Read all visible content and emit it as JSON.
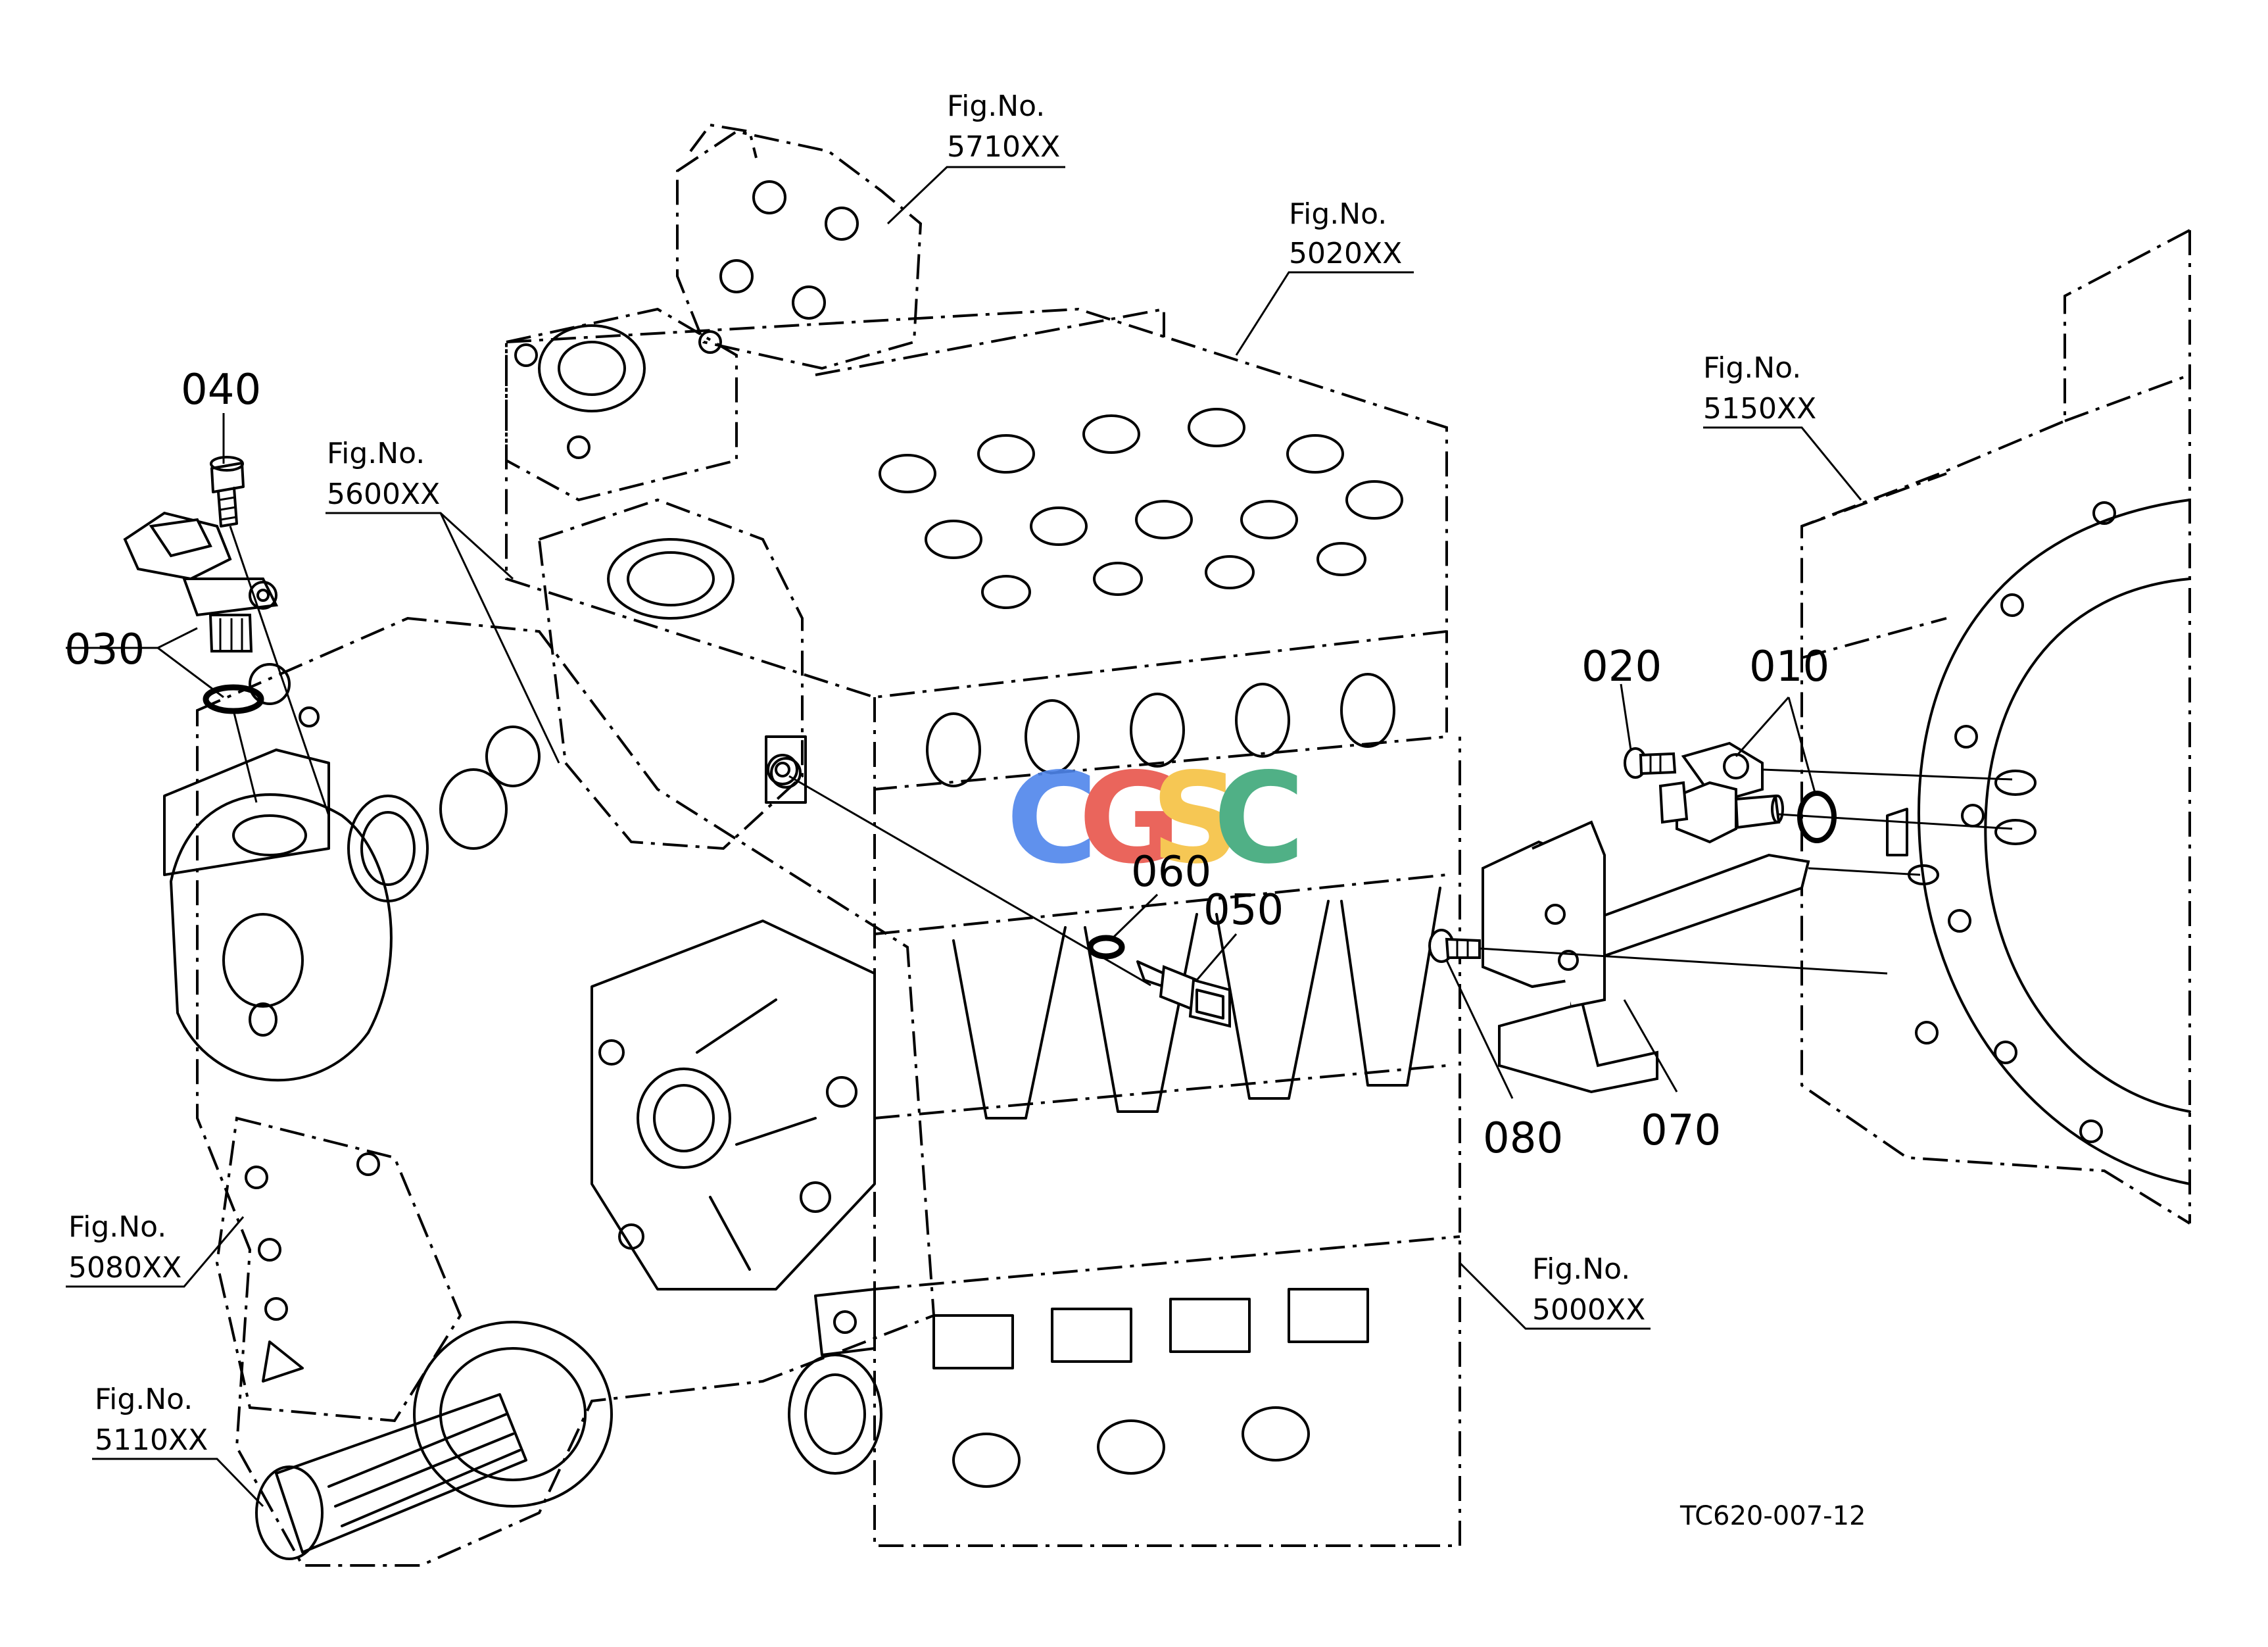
{
  "parts": {
    "p010": "010",
    "p020": "020",
    "p030": "030",
    "p040": "040",
    "p050": "050",
    "p060": "060",
    "p070": "070",
    "p080": "080"
  },
  "figrefs": {
    "r5710": {
      "label": "Fig.No.",
      "num": "5710XX"
    },
    "r5020": {
      "label": "Fig.No.",
      "num": "5020XX"
    },
    "r5150": {
      "label": "Fig.No.",
      "num": "5150XX"
    },
    "r5600": {
      "label": "Fig.No.",
      "num": "5600XX"
    },
    "r5080": {
      "label": "Fig.No.",
      "num": "5080XX"
    },
    "r5110": {
      "label": "Fig.No.",
      "num": "5110XX"
    },
    "r5000": {
      "label": "Fig.No.",
      "num": "5000XX"
    }
  },
  "drawing_code": "TC620-007-12",
  "watermark": {
    "letters": [
      "C",
      "G",
      "S",
      "C"
    ],
    "colors": [
      "#4f86ec",
      "#e8554b",
      "#f6c142",
      "#3ea87a"
    ]
  }
}
